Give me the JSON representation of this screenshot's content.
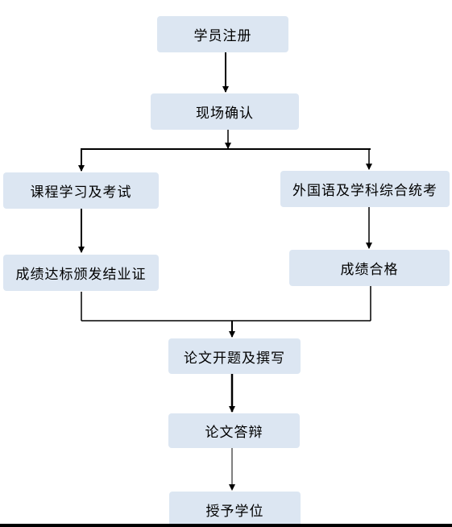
{
  "flowchart": {
    "nodes": {
      "register": "学员注册",
      "confirm": "现场确认",
      "courses": "课程学习及考试",
      "exams": "外国语及学科综合统考",
      "certificate": "成绩达标颁发结业证",
      "passed": "成绩合格",
      "proposal": "论文开题及撰写",
      "defense": "论文答辩",
      "degree": "授予学位"
    }
  },
  "colors": {
    "node_fill": "#dce6f2",
    "line": "#000000"
  }
}
